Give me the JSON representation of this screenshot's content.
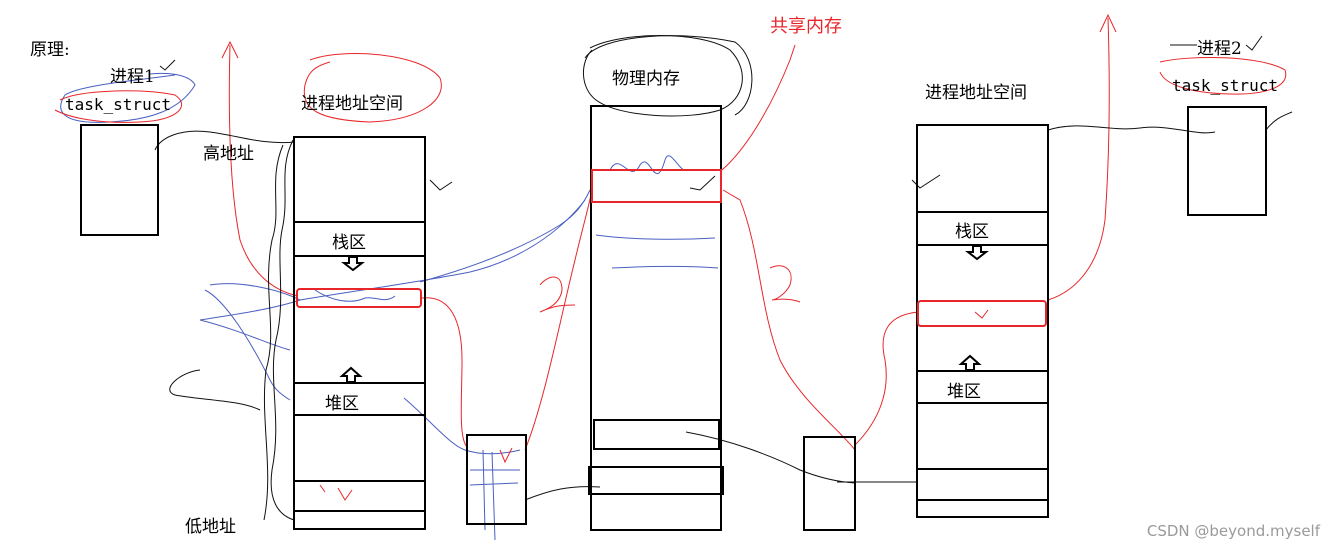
{
  "labels": {
    "principle": "原理:",
    "process1": "进程1",
    "process2": "进程2",
    "task_struct_left": "task_struct",
    "task_struct_right": "task_struct",
    "addr_space_left": "进程地址空间",
    "addr_space_right": "进程地址空间",
    "high_addr": "高地址",
    "low_addr": "低地址",
    "stack_left": "栈区",
    "heap_left": "堆区",
    "stack_right": "栈区",
    "heap_right": "堆区",
    "physical_memory": "物理内存",
    "shared_memory": "共享内存",
    "watermark": "CSDN @beyond.myself"
  },
  "colors": {
    "ink": "#000000",
    "red_annotation": "#e8262a",
    "blue_annotation": "#4a5fc1",
    "watermark": "#9a9a9a"
  }
}
